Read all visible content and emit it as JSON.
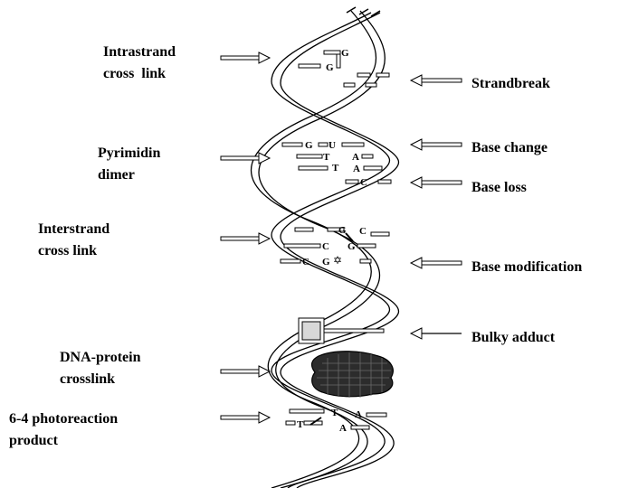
{
  "labels_left": [
    {
      "id": "intrastrand",
      "line1": "Intrastrand",
      "line2": "cross  link"
    },
    {
      "id": "pyrimidin",
      "line1": "Pyrimidin",
      "line2": "dimer"
    },
    {
      "id": "interstrand",
      "line1": "Interstrand",
      "line2": "cross link"
    },
    {
      "id": "dna-protein",
      "line1": "DNA-protein",
      "line2": "crosslink"
    },
    {
      "id": "photoreaction",
      "line1": "6-4 photoreaction",
      "line2": "product"
    }
  ],
  "labels_right": [
    {
      "id": "strandbreak",
      "text": "Strandbreak"
    },
    {
      "id": "base-change",
      "text": "Base change"
    },
    {
      "id": "base-loss",
      "text": "Base loss"
    },
    {
      "id": "base-modification",
      "text": "Base modification"
    },
    {
      "id": "bulky-adduct",
      "text": "Bulky adduct"
    }
  ],
  "bases": {
    "intrastrand_top": "G",
    "intrastrand_bottom": "G",
    "dimer_g": "G",
    "dimer_u": "U",
    "dimer_t1": "T",
    "dimer_a1": "A",
    "dimer_t2": "T",
    "dimer_a2": "A",
    "loss_c": "C",
    "inter_g1": "G",
    "inter_c1": "C",
    "inter_c2": "C",
    "inter_g2": "G",
    "inter_c3": "C",
    "inter_g3": "G",
    "photo_t1": "T",
    "photo_a1": "A",
    "photo_t2": "T",
    "photo_a2": "A"
  }
}
